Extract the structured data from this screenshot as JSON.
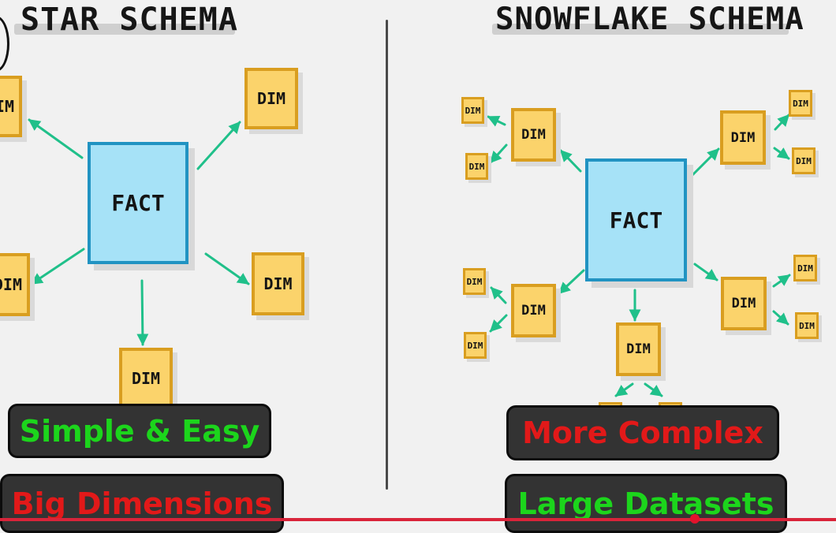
{
  "star": {
    "title": "STAR SCHEMA",
    "fact_label": "FACT",
    "dim_label": "DIM",
    "pill_top": "Simple & Easy",
    "pill_bottom": "Big Dimensions"
  },
  "snowflake": {
    "title": "SNOWFLAKE SCHEMA",
    "fact_label": "FACT",
    "dim_label": "DIM",
    "pill_top": "More Complex",
    "pill_bottom": "Large Datasets"
  },
  "colors": {
    "fact_fill": "#a6e2f7",
    "fact_border": "#2193c2",
    "dim_fill": "#fbd36b",
    "dim_border": "#d99e20",
    "arrow": "#20c08a",
    "pill_bg": "#333333",
    "green_text": "#1cd51c",
    "red_text": "#e21919"
  }
}
